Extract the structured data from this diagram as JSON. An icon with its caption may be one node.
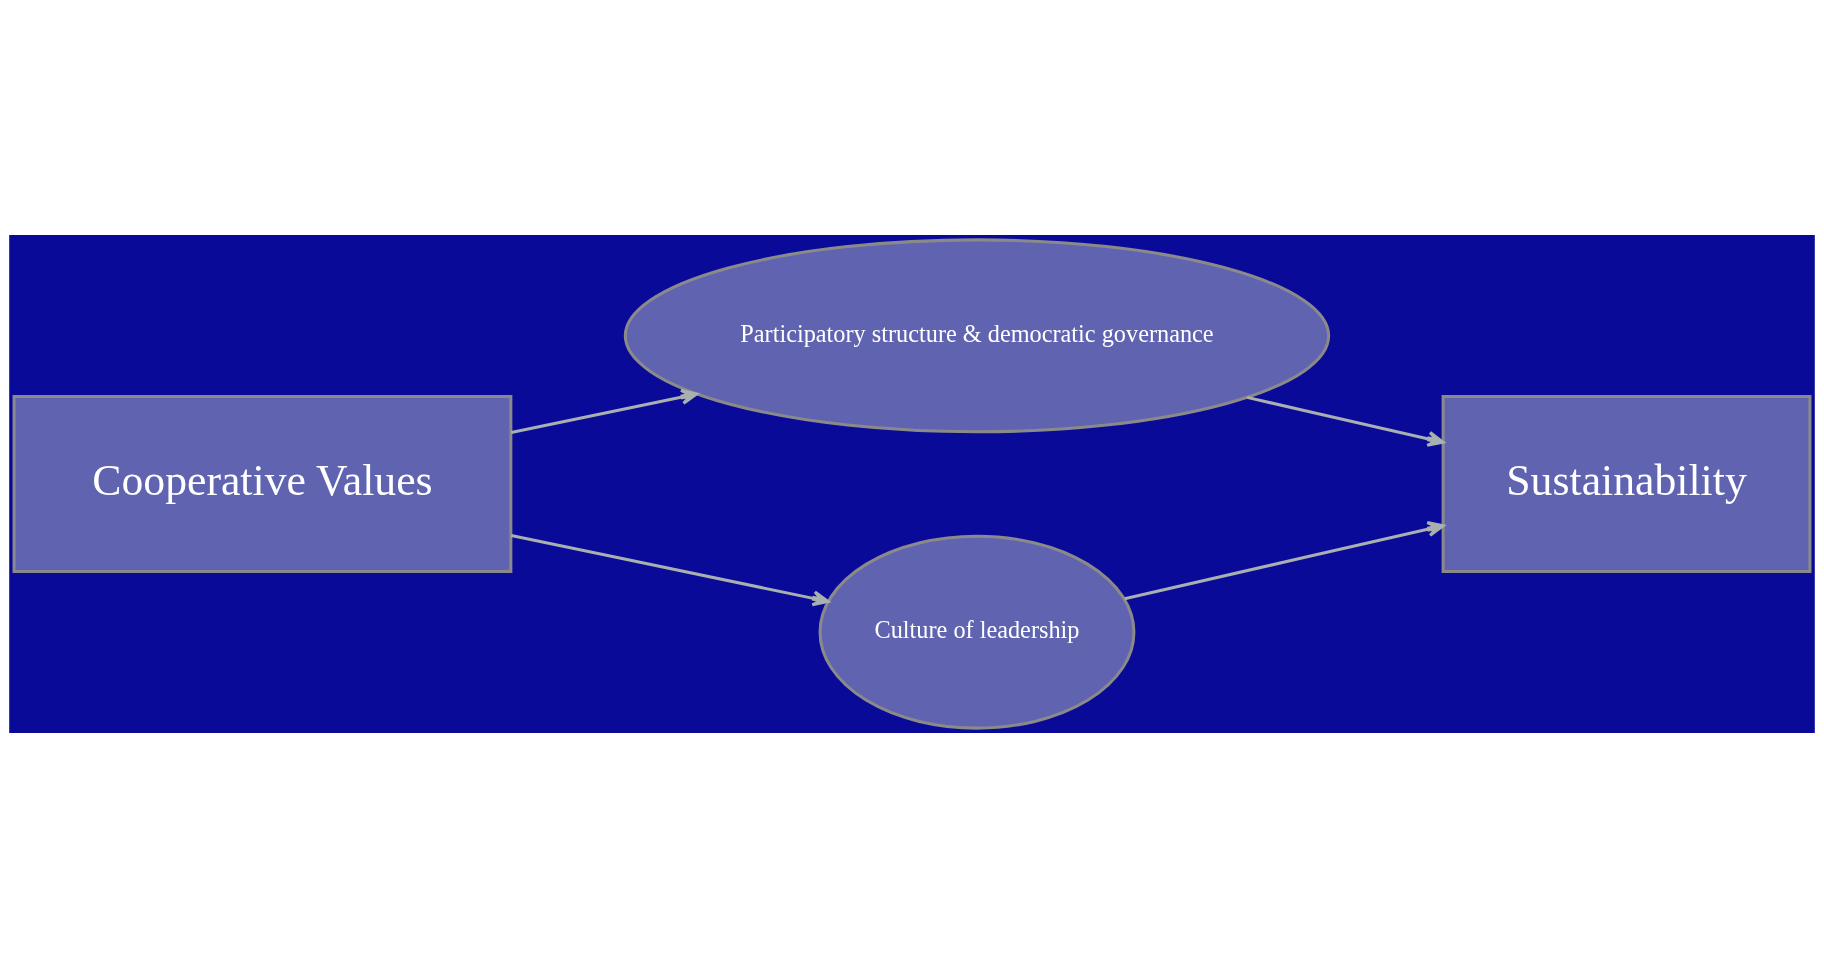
{
  "diagram": {
    "nodes": [
      {
        "text": [
          "Cooperative Values"
        ]
      },
      {
        "text": [
          "Participatory structure & democratic governance"
        ]
      },
      {
        "text": [
          "Culture of leadership"
        ]
      },
      {
        "text": [
          "Sustainability"
        ]
      }
    ],
    "edges": [
      {
        "from": 0,
        "to": 1,
        "arrow": "to"
      },
      {
        "from": 1,
        "to": 3,
        "arrow": "to"
      },
      {
        "from": 0,
        "to": 2,
        "arrow": "to"
      },
      {
        "from": 2,
        "to": 3,
        "arrow": "to"
      }
    ]
  }
}
